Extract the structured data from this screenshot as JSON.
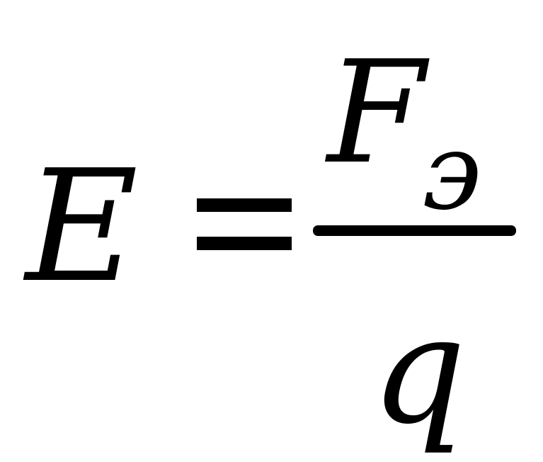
{
  "formula": {
    "lhs": "E",
    "operator": "=",
    "numerator": "F",
    "numerator_subscript": "э",
    "denominator": "q"
  }
}
